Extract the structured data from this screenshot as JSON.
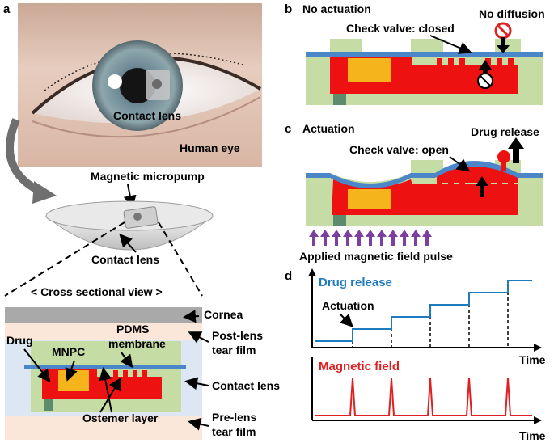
{
  "panel_a": {
    "letter": "a",
    "contact_lens_label": "Contact lens",
    "human_eye_label": "Human eye",
    "micropump_label": "Magnetic micropump",
    "lens_label": "Contact lens",
    "cross_section_title": "< Cross sectional view >",
    "labels": {
      "cornea": "Cornea",
      "post_lens_1": "Post-lens",
      "post_lens_2": "tear film",
      "drug": "Drug",
      "mnpc": "MNPC",
      "pdms_1": "PDMS",
      "pdms_2": "membrane",
      "contact_lens": "Contact lens",
      "ostemer": "Ostemer layer",
      "pre_lens_1": "Pre-lens",
      "pre_lens_2": "tear film"
    }
  },
  "panel_b": {
    "letter": "b",
    "title": "No actuation",
    "check_valve": "Check valve: closed",
    "no_diffusion": "No diffusion"
  },
  "panel_c": {
    "letter": "c",
    "title": "Actuation",
    "check_valve": "Check valve: open",
    "drug_release": "Drug release",
    "field_caption": "Applied magnetic field pulse"
  },
  "panel_d": {
    "letter": "d",
    "drug_release_label": "Drug release",
    "actuation_label": "Actuation",
    "time_label_top": "Time",
    "magnetic_field_label": "Magnetic field",
    "time_label_bottom": "Time"
  },
  "colors": {
    "membrane_blue": "#4a86c8",
    "chamber_red": "#ee1111",
    "drug_yellow": "#f5b41c",
    "lens_green": "#c5dca5",
    "cornea_gray": "#a9a9a9",
    "tear_pink": "#fbe7da",
    "purple_arrow": "#7b3fa0",
    "release_line": "#1f7bbf",
    "field_line": "#e02020"
  },
  "chart_data": [
    {
      "type": "line",
      "title": "Drug release",
      "xlabel": "Time",
      "ylabel": "",
      "series": [
        {
          "name": "Drug release",
          "shape": "staircase, step up at each pulse"
        }
      ],
      "pulses": 5,
      "annotation": "Actuation"
    },
    {
      "type": "line",
      "title": "Magnetic field",
      "xlabel": "Time",
      "ylabel": "",
      "series": [
        {
          "name": "Magnetic field",
          "shape": "baseline with 5 sharp pulses"
        }
      ],
      "pulses": 5
    }
  ]
}
